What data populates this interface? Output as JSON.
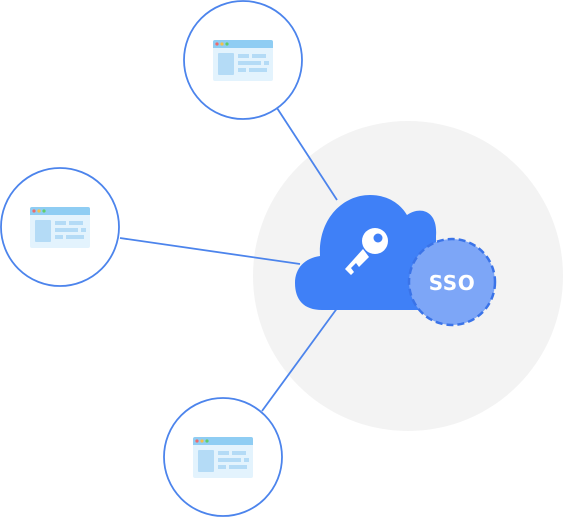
{
  "diagram": {
    "badge_label": "SSO",
    "center_icon": "cloud-key-icon",
    "client_icon": "browser-window-icon",
    "clients": [
      {
        "id": "client-top"
      },
      {
        "id": "client-left"
      },
      {
        "id": "client-bottom"
      }
    ]
  },
  "colors": {
    "cloud": "#3f80f7",
    "badge": "#7da6f7",
    "line": "#4c84ec",
    "backdrop": "#f3f3f3",
    "window_bar": "#8fcdf3",
    "window_body": "#e3f3fd",
    "window_content": "#b4dbf6"
  }
}
